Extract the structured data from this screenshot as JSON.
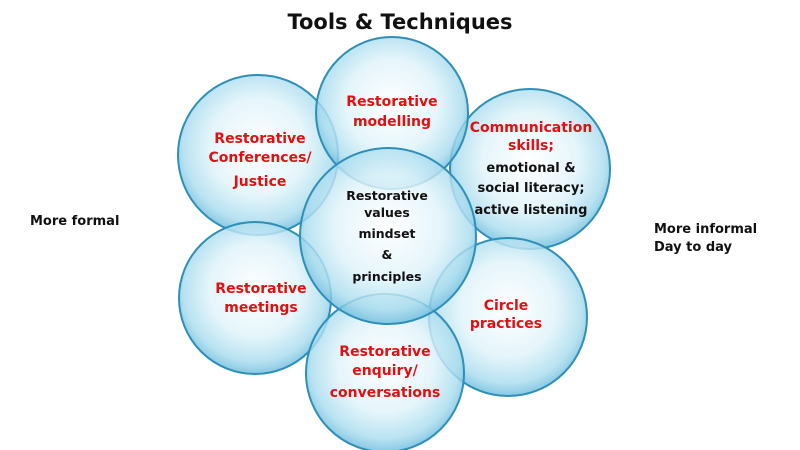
{
  "title": "Tools & Techniques",
  "left_note": "More formal",
  "right_note": [
    "More informal",
    "Day to day"
  ],
  "colors": {
    "circle_fill": "#bfe6f3",
    "circle_edge": "#2e8fb8",
    "accent_text": "#e01010",
    "body_text": "#111111"
  },
  "circles": {
    "top": {
      "label": [
        "Restorative",
        "modelling"
      ]
    },
    "upper_left": {
      "label": [
        "Restorative",
        "Conferences/",
        "Justice"
      ]
    },
    "upper_right": {
      "label": [
        "Communication",
        "skills;"
      ],
      "sublabel": [
        "emotional &",
        "social literacy;",
        "active listening"
      ]
    },
    "center": {
      "label": [
        "Restorative",
        "values",
        "mindset",
        "&",
        "principles"
      ]
    },
    "lower_left": {
      "label": [
        "Restorative",
        "meetings"
      ]
    },
    "lower_right": {
      "label": [
        "Circle",
        "practices"
      ]
    },
    "bottom": {
      "label": [
        "Restorative",
        "enquiry/",
        "conversations"
      ]
    }
  }
}
